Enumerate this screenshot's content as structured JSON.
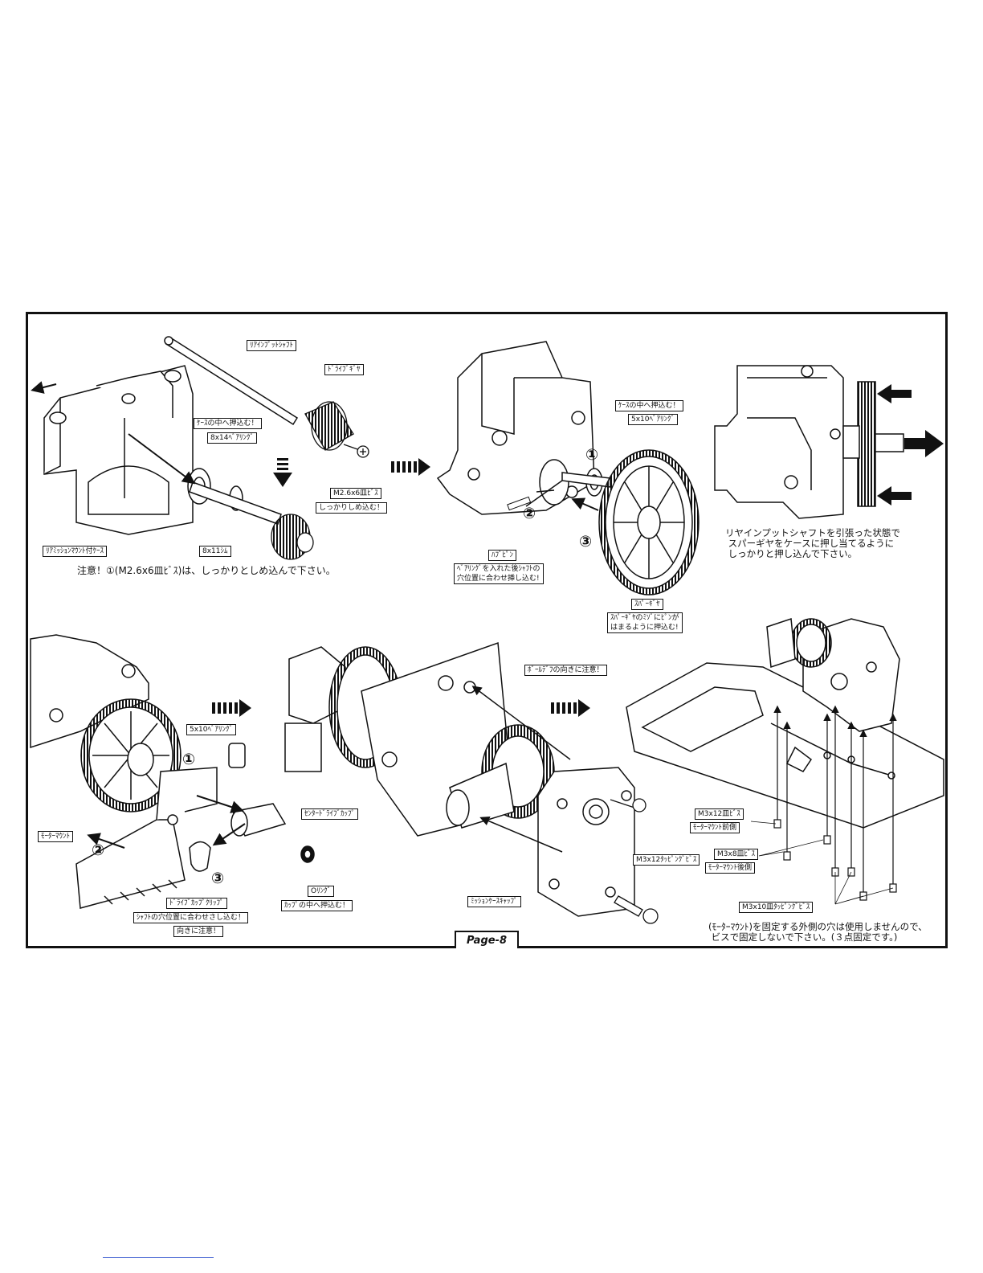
{
  "page": {
    "tag": "Page-8"
  },
  "step1": {
    "labels": {
      "rear_input_shaft": "ﾘｱｲﾝﾌﾟｯﾄｼｬﾌﾄ",
      "drive_gear": "ﾄﾞﾗｲﾌﾞｷﾞﾔ",
      "press_into_case": "ｹｰｽの中へ押込む！",
      "bearing_8x14": "8x14ﾍﾞｱﾘﾝｸﾞ",
      "screw_m26x6": "M2.6x6皿ﾋﾞｽ",
      "tighten_firmly": "しっかりしめ込む！",
      "rear_mission_case": "ﾘｱﾐｯｼｮﾝﾏｳﾝﾄ付ｹｰｽ",
      "shim_8x11": "8x11ｼﾑ"
    },
    "caution": "注意！①(M2.6x6皿ﾋﾞｽ)は、しっかりとしめ込んで下さい。"
  },
  "step2": {
    "labels": {
      "press_into_case": "ｹｰｽの中へ押込む！",
      "bearing_5x10": "5x10ﾍﾞｱﾘﾝｸﾞ",
      "hub_pin": "ﾊﾌﾞﾋﾟﾝ",
      "hub_pin_note": "ﾍﾞｱﾘﾝｸﾞを入れた後ｼｬﾌﾄの\n穴位置に合わせ挿し込む!",
      "spur_gear": "ｽﾊﾟｰｷﾞﾔ",
      "spur_gear_note": "ｽﾊﾟｰｷﾞﾔのﾐｿﾞにﾋﾟﾝが\nはまるように押込む!"
    },
    "num1": "①",
    "num2": "②",
    "num3": "③"
  },
  "step3": {
    "note": "リヤインプットシャフトを引張った状態で\n スパーギヤをケースに押し当てるように\n しっかりと押し込んで下さい。"
  },
  "step4": {
    "labels": {
      "bearing_5x10": "5x10ﾍﾞｱﾘﾝｸﾞ",
      "motor_mount": "ﾓｰﾀｰﾏｳﾝﾄ",
      "center_drive_cup": "ｾﾝﾀｰﾄﾞﾗｲﾌﾞｶｯﾌﾟ",
      "drive_cup_clip": "ﾄﾞﾗｲﾌﾞｶｯﾌﾟｸﾘｯﾌﾟ",
      "clip_note": "ｼｬﾌﾄの穴位置に合わせさし込む！",
      "direction_note": "向きに注意！",
      "o_ring": "Oﾘﾝｸﾞ",
      "o_ring_note": "ｶｯﾌﾟの中へ押込む！"
    },
    "num1": "①",
    "num2": "②",
    "num3": "③"
  },
  "step5": {
    "labels": {
      "ball_diff_note": "ﾎﾞｰﾙﾃﾞﾌの向きに注意！",
      "tapping_screw_m3x12": "M3x12ﾀｯﾋﾟﾝｸﾞﾋﾞｽ",
      "mission_case_cap": "ﾐｯｼｮﾝｹｰｽｷｬｯﾌﾟ"
    }
  },
  "step6": {
    "labels": {
      "screw_m3x12": "M3x12皿ﾋﾞｽ",
      "motor_mount_front": "ﾓｰﾀｰﾏｳﾝﾄ前側",
      "screw_m3x8": "M3x8皿ﾋﾞｽ",
      "motor_mount_rear": "ﾓｰﾀｰﾏｳﾝﾄ後側",
      "tapping_m3x10": "M3x10皿ﾀｯﾋﾟﾝｸﾞﾋﾞｽ"
    },
    "note": "(ﾓｰﾀｰﾏｳﾝﾄ)を固定する外側の穴は使用しませんので、\n ビスで固定しないで下さい。(３点固定です。)"
  }
}
